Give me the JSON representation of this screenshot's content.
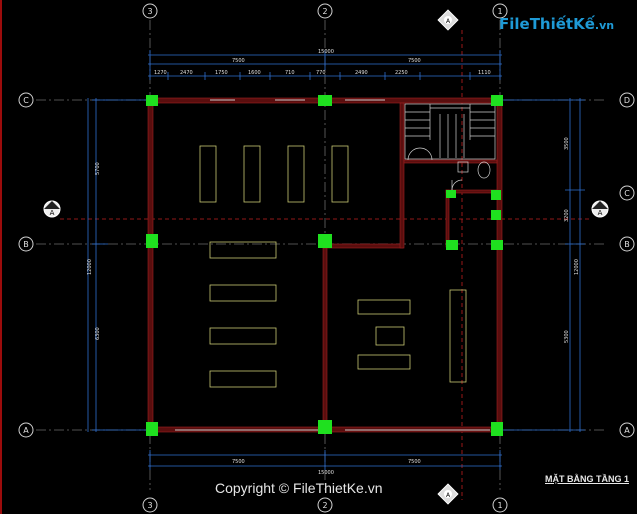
{
  "drawing": {
    "title": "MẶT BẰNG TẦNG 1",
    "grid_axes": {
      "vertical": [
        "3",
        "2",
        "1"
      ],
      "horizontal": [
        "D",
        "C",
        "B",
        "A"
      ]
    },
    "section_marks": [
      "A",
      "A",
      "A",
      "A"
    ],
    "dimensions": {
      "top_total": "15000",
      "top_halves": [
        "7500",
        "7500"
      ],
      "top_segments": [
        "1270",
        "2470",
        "1750",
        "1600",
        "710",
        "770",
        "2490",
        "2250",
        "1110"
      ],
      "bottom_total": "15000",
      "bottom_halves": [
        "7500",
        "7500"
      ],
      "left_segments": [
        "5700",
        "6300"
      ],
      "left_total": "12000",
      "right_segments": [
        "3500",
        "3200",
        "5300"
      ],
      "right_total": "12000"
    }
  },
  "branding": {
    "logo_main": "FileThiếtKế",
    "logo_suffix": ".vn",
    "copyright": "Copyright © FileThietKe.vn"
  },
  "colors": {
    "wall": "#7a1414",
    "grid_line": "#6a6a6a",
    "dimension": "#2e6fd0",
    "column": "#1fe01f",
    "furniture": "#c8c872",
    "section_line": "#c02020"
  }
}
